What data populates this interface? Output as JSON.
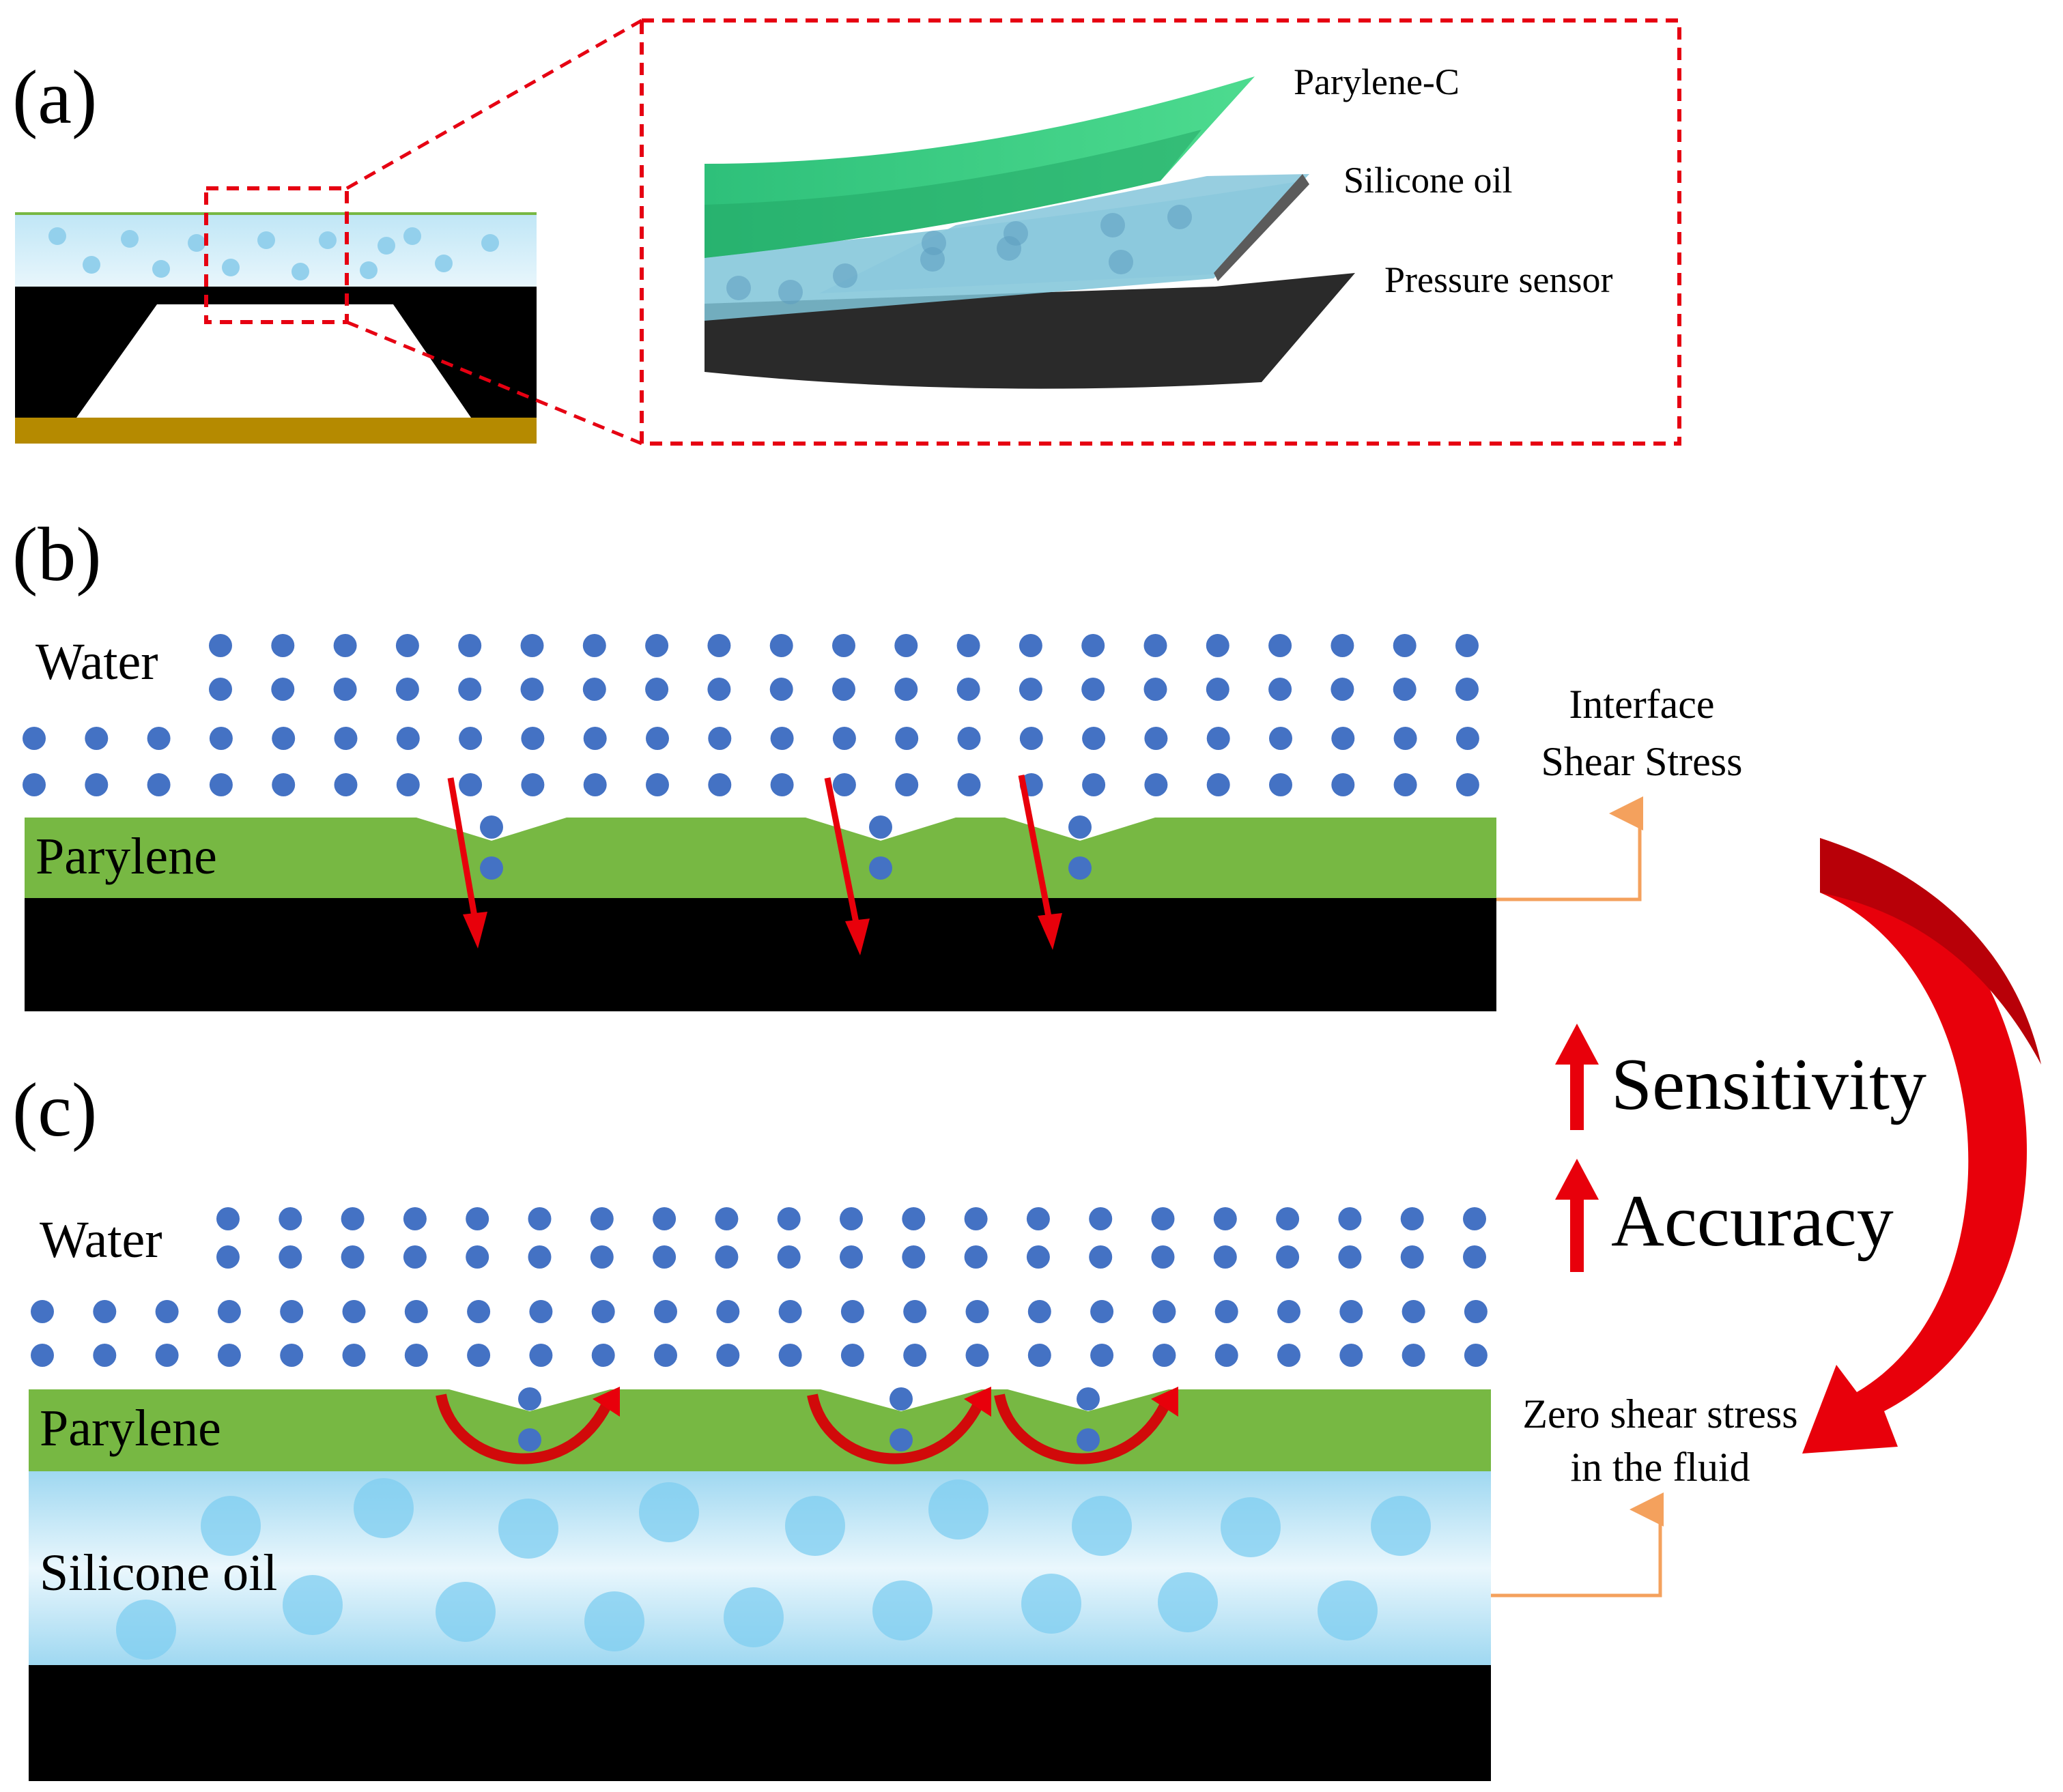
{
  "panels": {
    "a": {
      "label": "(a)",
      "callouts": [
        "Parylene-C",
        "Silicone oil",
        "Pressure sensor"
      ]
    },
    "b": {
      "label": "(b)",
      "water_label": "Water",
      "parylene_label": "Parylene",
      "note_line1": "Interface",
      "note_line2": "Shear Stress"
    },
    "c": {
      "label": "(c)",
      "water_label": "Water",
      "parylene_label": "Parylene",
      "oil_label": "Silicone oil",
      "note_line1": "Zero shear stress",
      "note_line2": "in the fluid"
    }
  },
  "effects": {
    "sensitivity": "Sensitivity",
    "accuracy": "Accuracy"
  },
  "colors": {
    "water_dot": "#4472c4",
    "parylene": "#77b843",
    "substrate": "#000000",
    "silicone_oil": "#a9ddf1",
    "oil_bubble": "#7fcdf0",
    "gold_base": "#b58a00",
    "red_arrow": "#e8000b",
    "orange_line": "#f4a15d",
    "dashed_box": "#e60012"
  }
}
